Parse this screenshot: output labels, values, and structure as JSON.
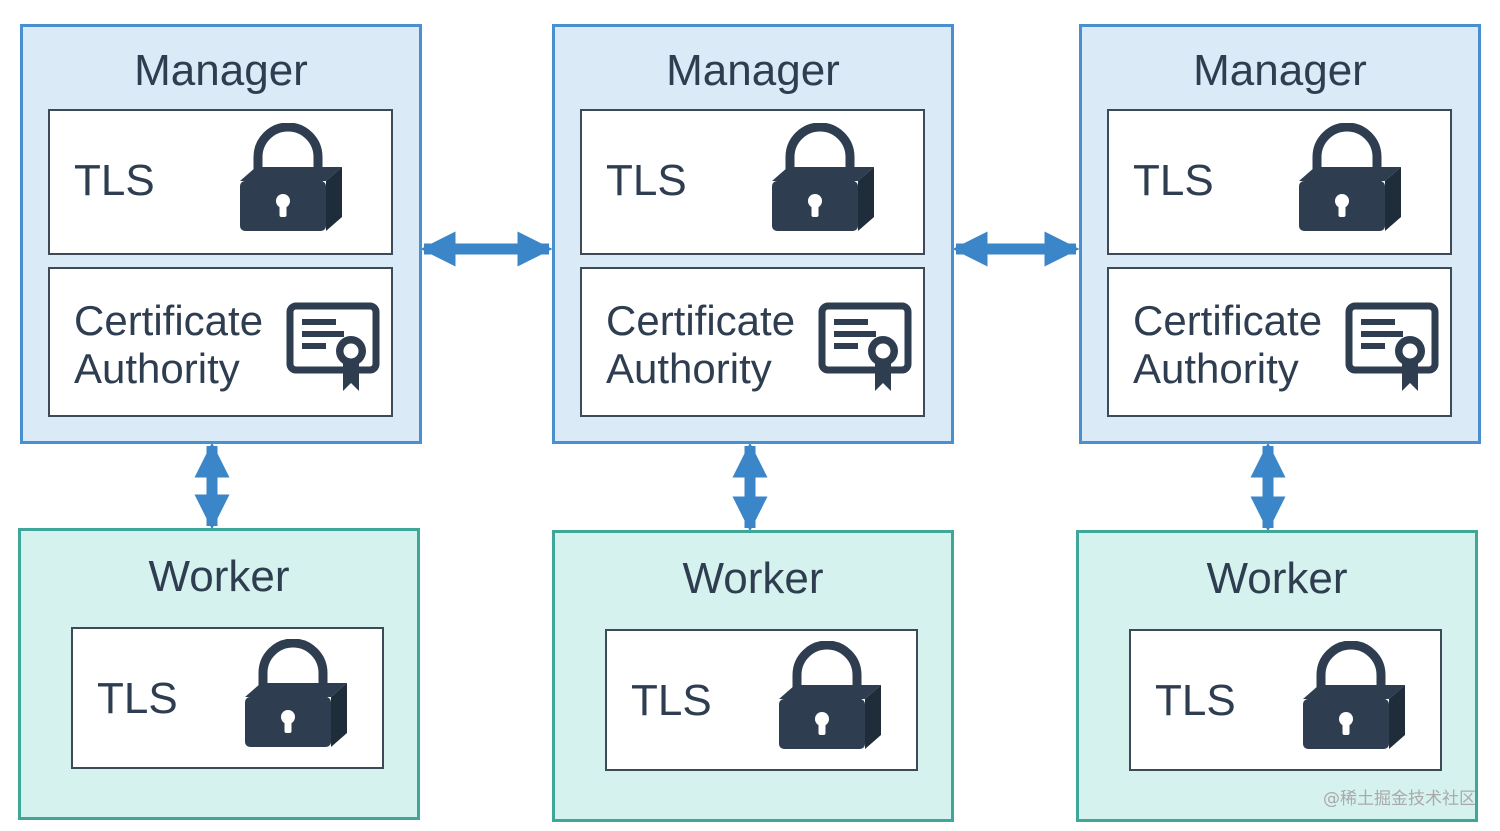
{
  "diagram": {
    "managers": [
      {
        "title": "Manager",
        "tls_label": "TLS",
        "ca_line1": "Certificate",
        "ca_line2": "Authority"
      },
      {
        "title": "Manager",
        "tls_label": "TLS",
        "ca_line1": "Certificate",
        "ca_line2": "Authority"
      },
      {
        "title": "Manager",
        "tls_label": "TLS",
        "ca_line1": "Certificate",
        "ca_line2": "Authority"
      }
    ],
    "workers": [
      {
        "title": "Worker",
        "tls_label": "TLS"
      },
      {
        "title": "Worker",
        "tls_label": "TLS"
      },
      {
        "title": "Worker",
        "tls_label": "TLS"
      }
    ]
  },
  "icons": {
    "tls": "lock-icon",
    "ca": "certificate-icon"
  },
  "colors": {
    "manager_fill": "#dbeaf7",
    "manager_border": "#4a90d0",
    "worker_fill": "#d6f2ee",
    "worker_border": "#3fa69a",
    "arrow": "#3b86c8",
    "icon": "#2e3e50"
  },
  "watermark": "@稀土掘金技术社区"
}
